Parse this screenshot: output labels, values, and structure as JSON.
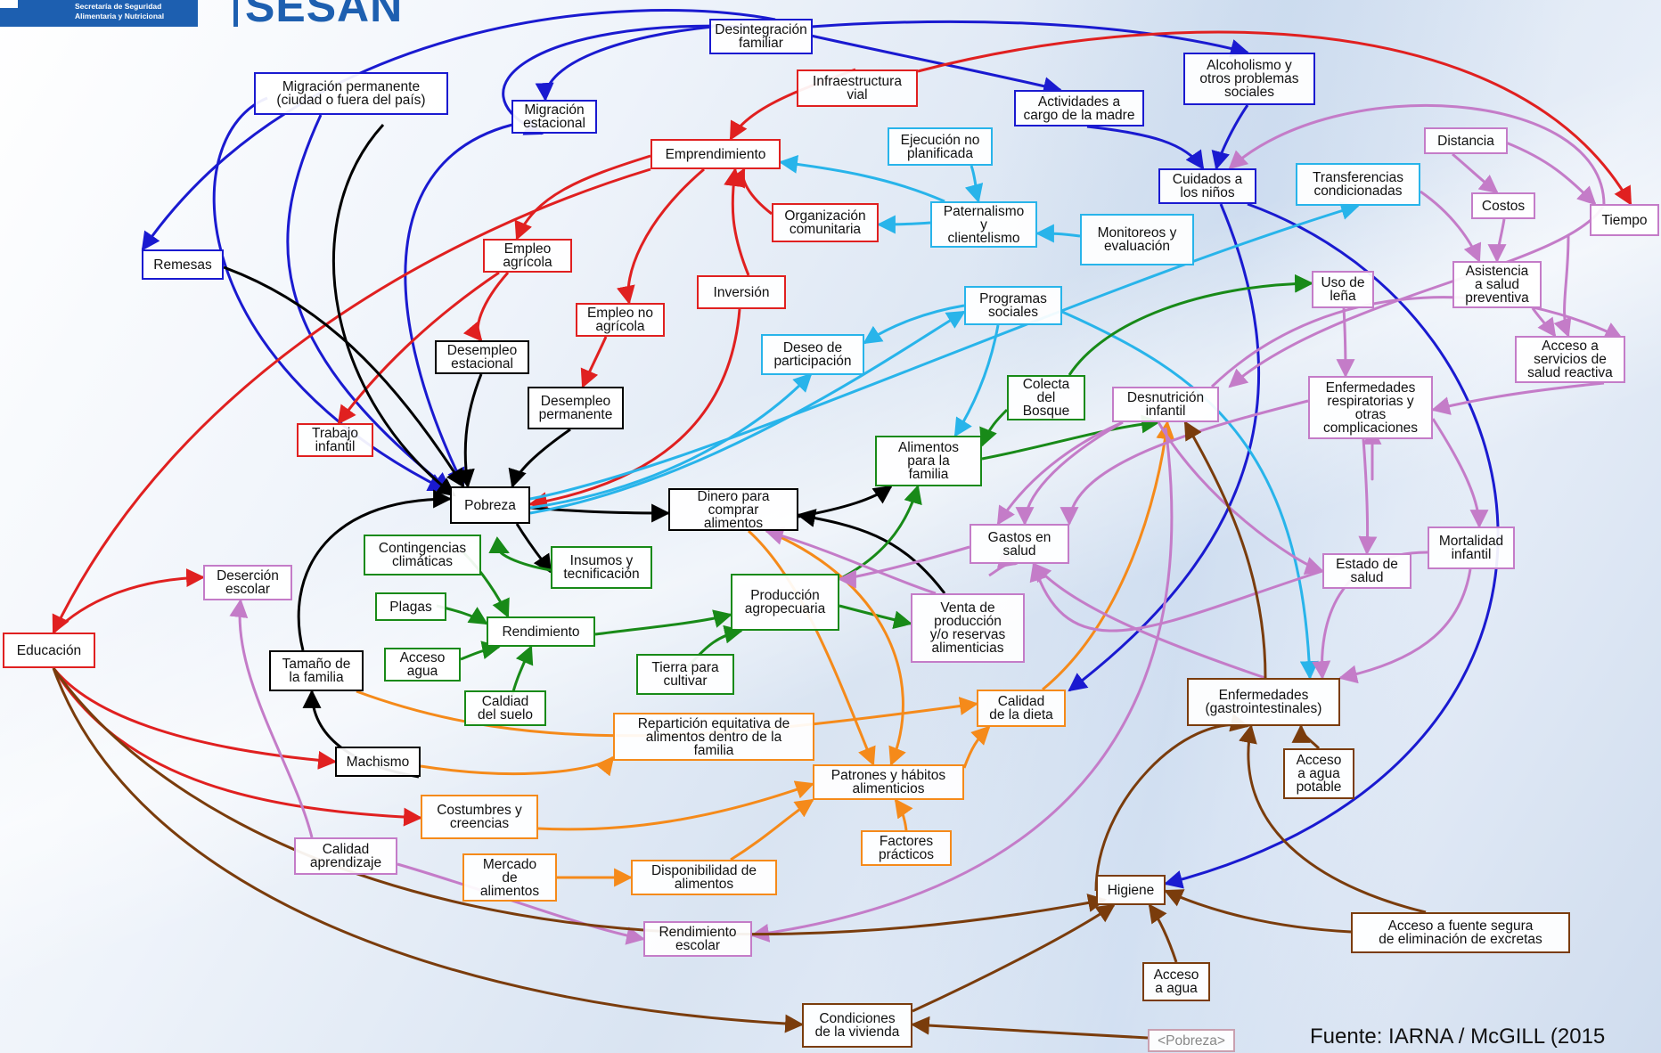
{
  "logo": {
    "org_line1": "Secretaría de Seguridad",
    "org_line2": "Alimentaria y Nutricional",
    "acronym": "SESAN"
  },
  "source": "Fuente: IARNA / McGILL (2015",
  "colors": {
    "red": "#e02020",
    "blue": "#1a1ad0",
    "cyan": "#28b4ea",
    "green": "#188a18",
    "orange": "#f58a1a",
    "purple": "#c47cc8",
    "brown": "#7a3c0c",
    "black": "#000000"
  },
  "nodes": {
    "desintegracion": "Desintegración\nfamiliar",
    "migracion_perm": "Migración permanente\n(ciudad o fuera del país)",
    "migracion_est": "Migración\nestacional",
    "infraestructura": "Infraestructura\nvial",
    "actividades_madre": "Actividades a\ncargo de la madre",
    "alcoholismo": "Alcoholismo y\notros problemas\nsociales",
    "emprendimiento": "Emprendimiento",
    "ejecucion": "Ejecución no\nplanificada",
    "cuidados": "Cuidados a\nlos niños",
    "transferencias": "Transferencias\ncondicionadas",
    "distancia": "Distancia",
    "costos": "Costos",
    "tiempo": "Tiempo",
    "organizacion": "Organización\ncomunitaria",
    "paternalismo": "Paternalismo\ny\nclientelismo",
    "monitoreos": "Monitoreos y\nevaluación",
    "remesas": "Remesas",
    "empleo_agricola": "Empleo\nagrícola",
    "inversion": "Inversión",
    "empleo_no_agricola": "Empleo no\nagrícola",
    "asistencia": "Asistencia\na salud\npreventiva",
    "programas": "Programas\nsociales",
    "uso_lena": "Uso de\nleña",
    "desempleo_est": "Desempleo\nestacional",
    "deseo": "Deseo de\nparticipación",
    "acceso_servicios": "Acceso a\nservicios de\nsalud reactiva",
    "desempleo_perm": "Desempleo\npermanente",
    "colecta": "Colecta\ndel\nBosque",
    "desnutricion": "Desnutrición\ninfantil",
    "enfermedades_resp": "Enfermedades\nrespiratorias y\notras\ncomplicaciones",
    "trabajo_infantil": "Trabajo\ninfantil",
    "alimentos_familia": "Alimentos\npara la\nfamilia",
    "pobreza": "Pobreza",
    "dinero": "Dinero para\ncomprar\nalimentos",
    "gastos_salud": "Gastos en\nsalud",
    "mortalidad": "Mortalidad\ninfantil",
    "contingencias": "Contingencias\nclimáticas",
    "insumos": "Insumos y\ntecnificación",
    "estado_salud": "Estado de\nsalud",
    "desercion": "Deserción\nescolar",
    "produccion": "Producción\nagropecuaria",
    "venta": "Venta de\nproducción\ny/o reservas\nalimenticias",
    "plagas": "Plagas",
    "rendimiento": "Rendimiento",
    "educacion": "Educación",
    "acceso_agua_riego": "Acceso\nagua",
    "tamano_familia": "Tamaño de\nla familia",
    "tierra": "Tierra para\ncultivar",
    "calidad_suelo": "Caldiad\ndel suelo",
    "calidad_dieta": "Calidad\nde la dieta",
    "enfermedades_gastro": "Enfermedades\n(gastrointestinales)",
    "reparticion": "Repartición equitativa de\nalimentos dentro de la\nfamilia",
    "machismo": "Machismo",
    "acceso_agua_potable": "Acceso\na agua\npotable",
    "patrones": "Patrones y hábitos\nalimenticios",
    "costumbres": "Costumbres y\ncreencias",
    "factores": "Factores\nprácticos",
    "calidad_aprendizaje": "Calidad\naprendizaje",
    "mercado": "Mercado\nde\nalimentos",
    "disponibilidad": "Disponibilidad de\nalimentos",
    "higiene": "Higiene",
    "acceso_excretas": "Acceso a fuente segura\nde eliminación de excretas",
    "rendimiento_escolar": "Rendimiento\nescolar",
    "acceso_agua": "Acceso\na agua",
    "condiciones_vivienda": "Condiciones\nde la vivienda",
    "pobreza_shadow": "<Pobreza>"
  }
}
